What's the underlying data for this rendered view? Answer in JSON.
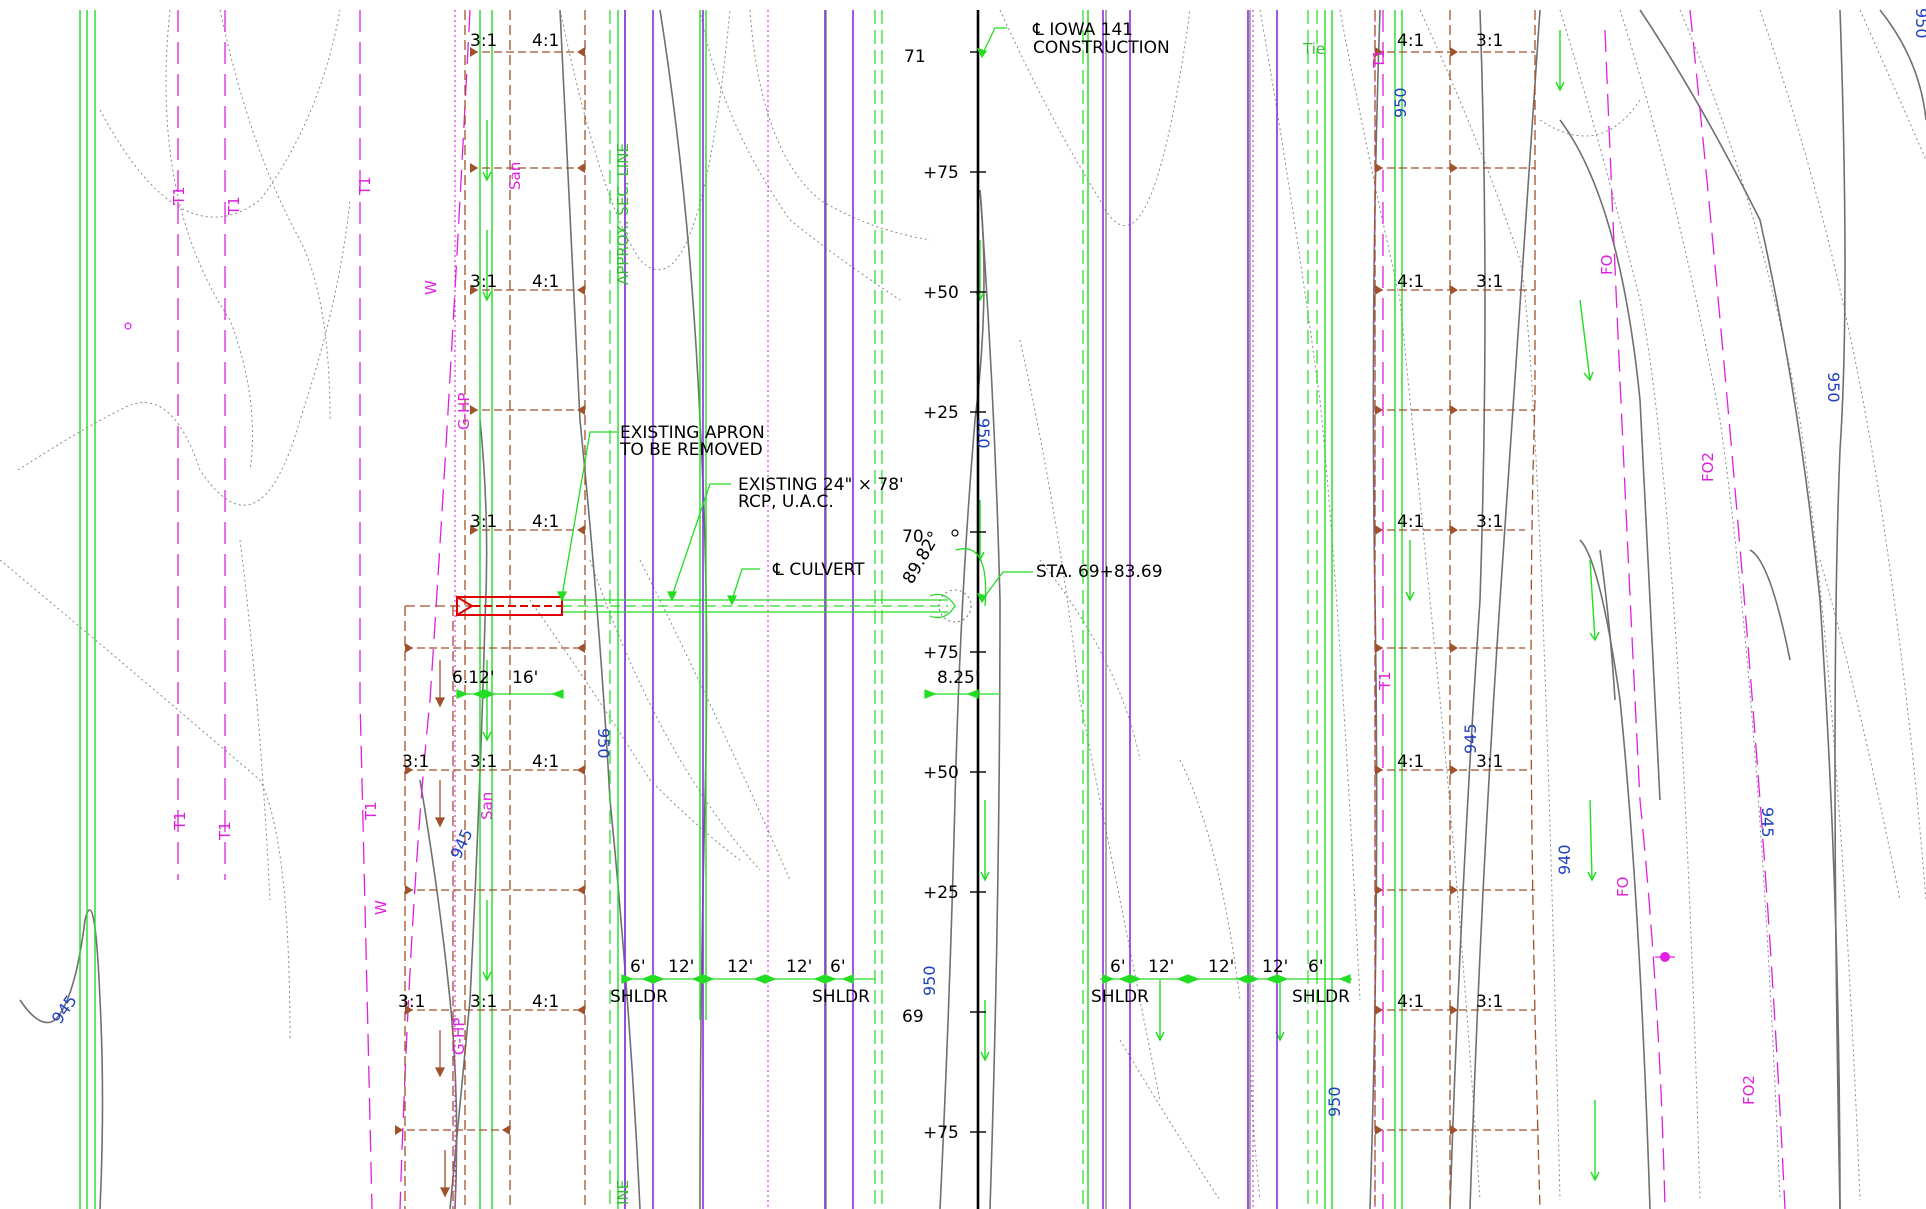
{
  "labels": {
    "centerline": [
      "℄ IOWA 141",
      "CONSTRUCTION"
    ],
    "apron": [
      "EXISTING APRON",
      "TO BE REMOVED"
    ],
    "rcp": [
      "EXISTING 24\" × 78'",
      "RCP, U.A.C."
    ],
    "culvert": "℄ CULVERT",
    "station": "STA. 69+83.69",
    "angle": "89.82°",
    "sec_line": "APPROX. SEC. LINE",
    "sec_line_bottom": "INE",
    "tie": "Tie"
  },
  "stations": {
    "main": [
      "71",
      "70",
      "69"
    ],
    "minor": [
      "+75",
      "+50",
      "+25",
      "+75",
      "+50",
      "+25",
      "+75"
    ]
  },
  "slopes": {
    "s31": "3:1",
    "s41": "4:1"
  },
  "dimensions": {
    "d1": "6.12'",
    "d2": "16'",
    "d3": "8.25'",
    "shldr": "SHLDR",
    "six": "6'",
    "twelve": "12'"
  },
  "utilities": {
    "t1": "T1",
    "w": "W",
    "san": "San",
    "ghp": "G-HP",
    "fo": "FO",
    "fo2": "FO2"
  },
  "contours": {
    "c945": "945",
    "c950": "950",
    "c940": "940"
  },
  "colors": {
    "background": "#ffffff",
    "linework": "#000000",
    "green": "#22dd22",
    "magenta": "#e020e0",
    "purple": "#8a2be2",
    "brown": "#a0522d",
    "contour": "#707070",
    "blue_text": "#2040c0",
    "culvert_red": "#e00000"
  }
}
